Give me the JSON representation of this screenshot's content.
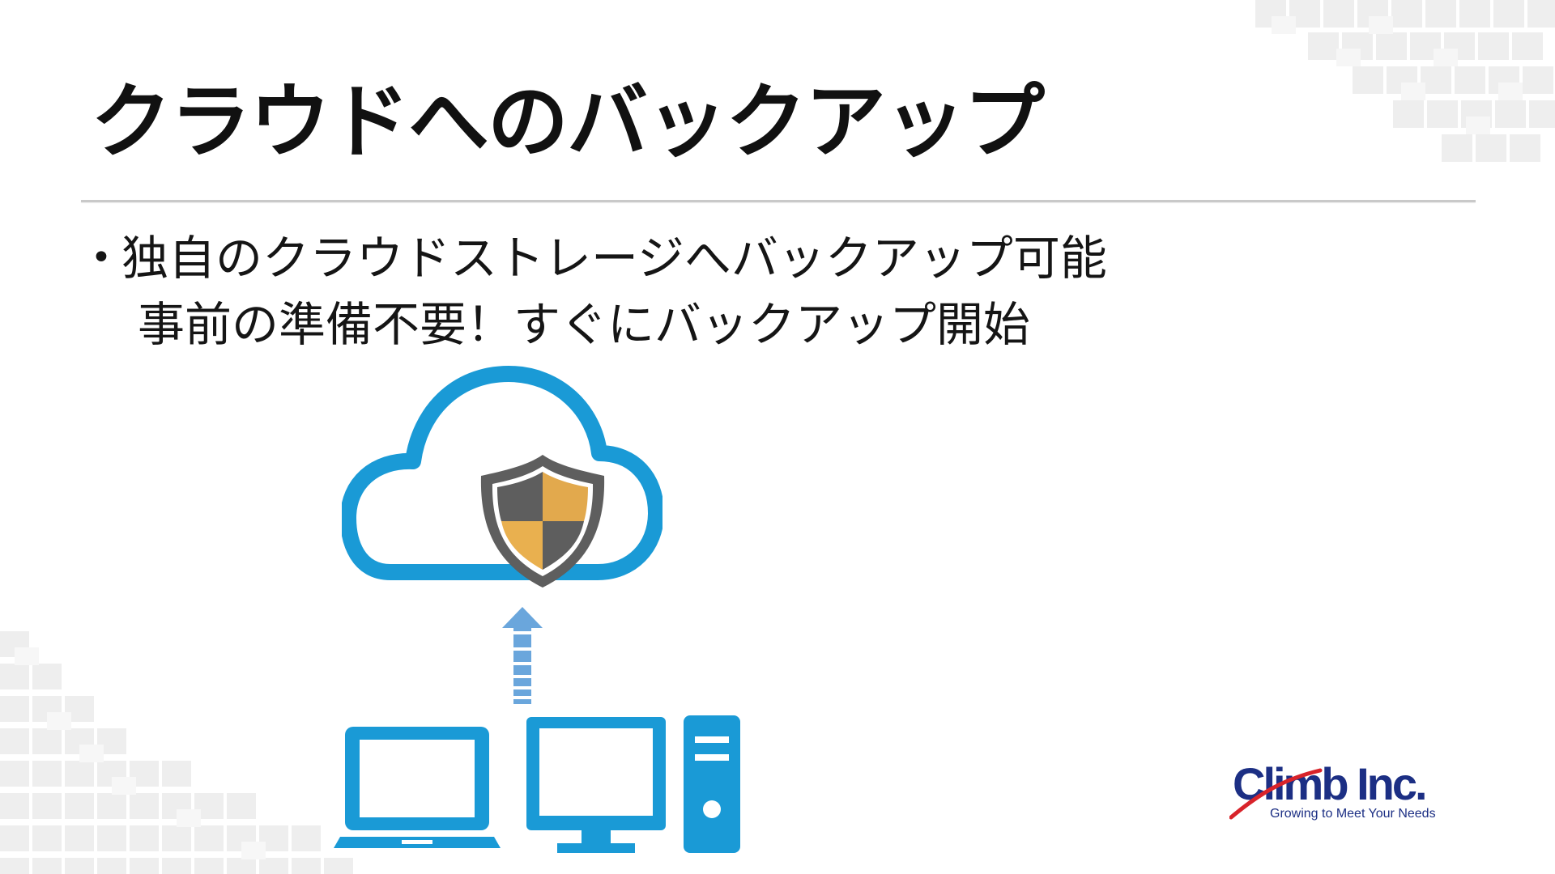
{
  "slide": {
    "title": "クラウドへのバックアップ",
    "bullets": [
      {
        "line1": "独自のクラウドストレージへバックアップ可能",
        "line2": "事前の準備不要！すぐにバックアップ開始"
      }
    ],
    "bullet_symbol": "•"
  },
  "logo": {
    "name": "Climb Inc.",
    "tagline": "Growing to Meet Your Needs"
  },
  "illustration": {
    "icons": [
      "cloud-icon",
      "shield-icon",
      "upload-arrow-icon",
      "laptop-icon",
      "desktop-monitor-icon",
      "tower-pc-icon"
    ]
  },
  "colors": {
    "cloud_blue": "#1a9ad6",
    "arrow_blue": "#6aa6dc",
    "shield_gray": "#5e5e5e",
    "shield_orange": "#e2a94d",
    "logo_navy": "#1c2f84",
    "logo_red": "#d8232a"
  }
}
